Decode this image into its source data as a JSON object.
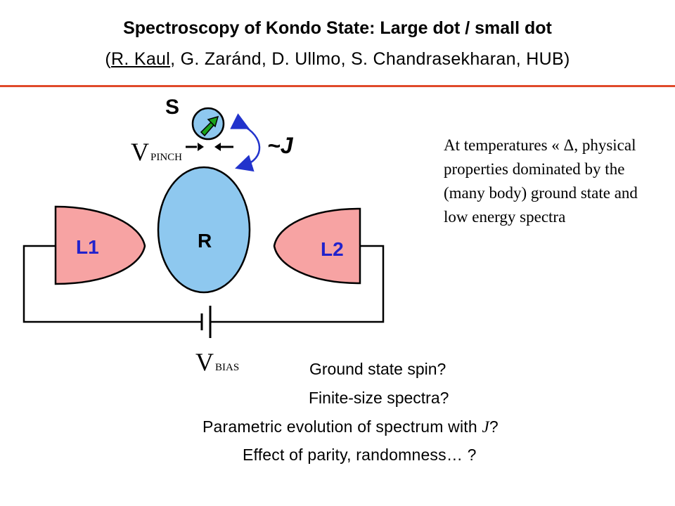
{
  "header": {
    "title": "Spectroscopy of Kondo State: Large dot / small dot",
    "authors_open": "(",
    "authors_underlined": "R. Kaul",
    "authors_rest": ", G. Zaránd, D. Ullmo, S. Chandrasekharan, HUB)"
  },
  "diagram": {
    "spin_label": "S",
    "pinch_label_main": "V",
    "pinch_label_sub": "PINCH",
    "coupling_label": "~J",
    "dot_label": "R",
    "lead_left_label": "L1",
    "lead_right_label": "L2",
    "bias_label_main": "V",
    "bias_label_sub": "BIAS",
    "colors": {
      "lead": "#f7a3a3",
      "dot": "#8ec8ef",
      "arrow_green": "#1aa31a",
      "coupling_arrow": "#2233cc",
      "divider": "#e04a2a"
    }
  },
  "side_note": "At temperatures « Δ, physical properties dominated by the (many body) ground state and low energy spectra",
  "questions": {
    "q1": "Ground state spin?",
    "q2": "Finite-size spectra?",
    "q3_pre": "Parametric evolution of spectrum with ",
    "q3_var": "J",
    "q3_post": "?",
    "q4": "Effect of parity, randomness… ?"
  }
}
